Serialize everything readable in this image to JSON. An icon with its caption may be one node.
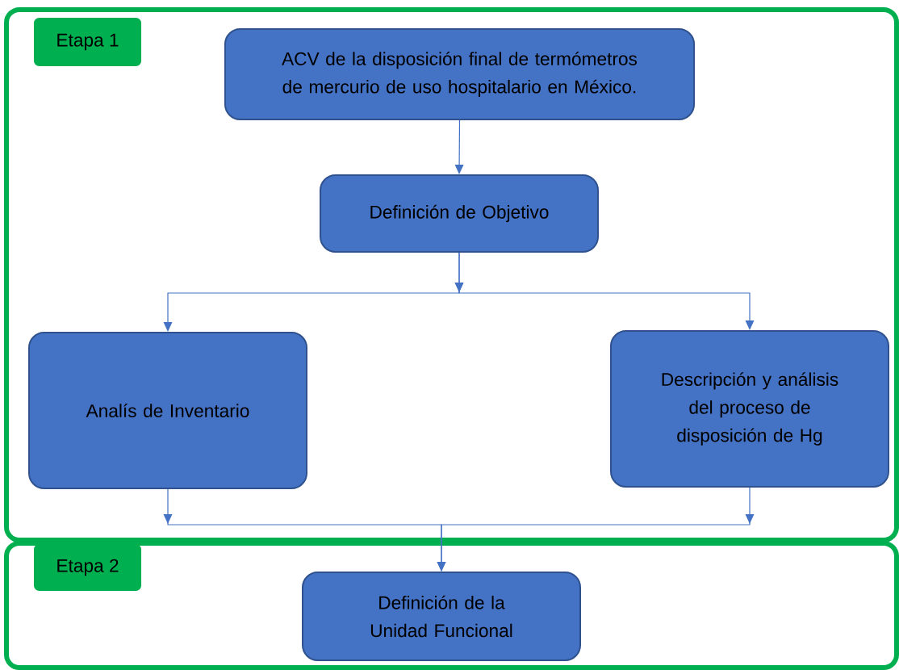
{
  "diagram": {
    "nodes": [
      {
        "text": [
          "Etapa 1"
        ]
      },
      {
        "text": [
          "ACV de la disposición final de termómetros de mercurio de uso hospitalario en México."
        ],
        "in": 0
      },
      {
        "text": [
          "Definición de Objetivo"
        ],
        "in": 0
      },
      {
        "text": [
          "Analís de Inventario"
        ],
        "in": 0
      },
      {
        "text": [
          "Descripción y análisis del proceso de disposición de Hg"
        ],
        "in": 0
      },
      {
        "text": [
          "Etapa 2"
        ]
      },
      {
        "text": [
          "Definición de la Unidad Funcional"
        ],
        "in": 5
      }
    ],
    "edges": [
      {
        "from": 1,
        "to": 2,
        "arrow": "to"
      },
      {
        "from": 2,
        "to": 3,
        "arrow": "to"
      },
      {
        "from": 2,
        "to": 4,
        "arrow": "to"
      },
      {
        "from": 3,
        "to": 6,
        "arrow": "to"
      },
      {
        "from": 4,
        "to": 6,
        "arrow": "to"
      }
    ]
  }
}
